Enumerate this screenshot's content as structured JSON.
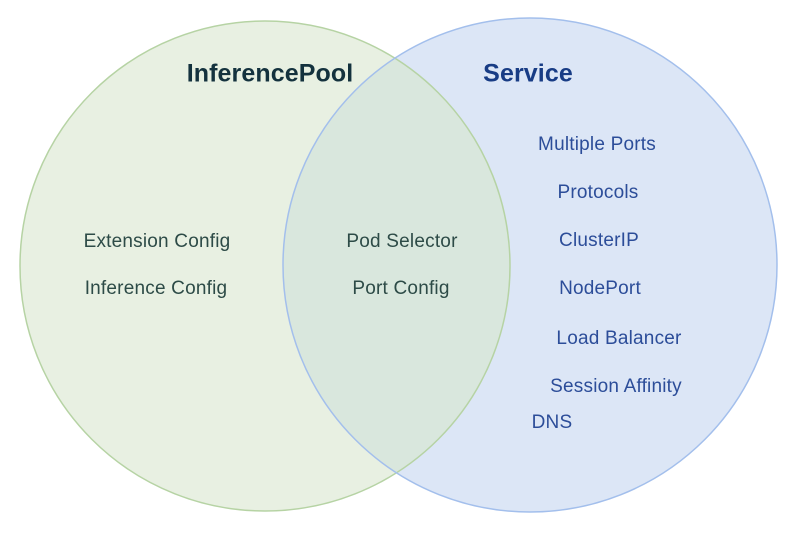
{
  "venn": {
    "left_circle": {
      "label": "InferencePool",
      "fill": "#e8f0e2",
      "stroke": "#b6d3a4",
      "label_color": "#14323e",
      "item_color": "#2d4b47",
      "items": [
        "Extension Config",
        "Inference Config"
      ]
    },
    "right_circle": {
      "label": "Service",
      "fill": "#dce6f6",
      "stroke": "#a3bfec",
      "label_color": "#183c85",
      "item_color": "#2c4d99",
      "items": [
        "Multiple Ports",
        "Protocols",
        "ClusterIP",
        "NodePort",
        "Load Balancer",
        "Session Affinity",
        "DNS"
      ]
    },
    "overlap": {
      "fill": "#d9e7dd",
      "items": [
        "Pod Selector",
        "Port Config"
      ]
    }
  }
}
